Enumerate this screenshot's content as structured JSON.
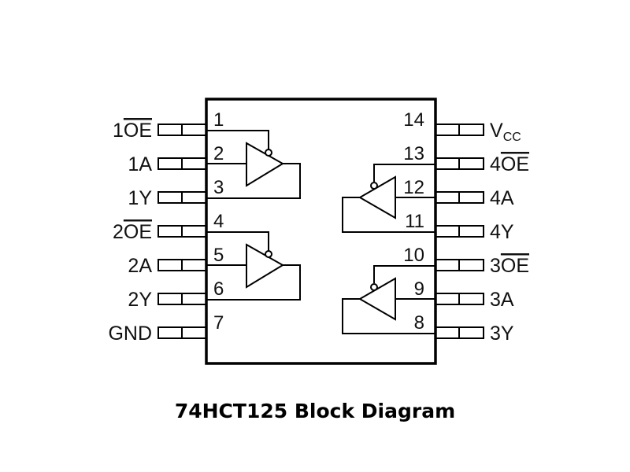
{
  "title": "74HCT125 Block Diagram",
  "chip": {
    "part": "74HCT125",
    "left_pins": [
      {
        "number": "1",
        "prefix": "1",
        "name": "OE",
        "overline": true,
        "subscript": ""
      },
      {
        "number": "2",
        "prefix": "1",
        "name": "A",
        "overline": false,
        "subscript": ""
      },
      {
        "number": "3",
        "prefix": "1",
        "name": "Y",
        "overline": false,
        "subscript": ""
      },
      {
        "number": "4",
        "prefix": "2",
        "name": "OE",
        "overline": true,
        "subscript": ""
      },
      {
        "number": "5",
        "prefix": "2",
        "name": "A",
        "overline": false,
        "subscript": ""
      },
      {
        "number": "6",
        "prefix": "2",
        "name": "Y",
        "overline": false,
        "subscript": ""
      },
      {
        "number": "7",
        "prefix": "",
        "name": "GND",
        "overline": false,
        "subscript": ""
      }
    ],
    "right_pins": [
      {
        "number": "14",
        "prefix": "",
        "name": "V",
        "overline": false,
        "subscript": "CC"
      },
      {
        "number": "13",
        "prefix": "4",
        "name": "OE",
        "overline": true,
        "subscript": ""
      },
      {
        "number": "12",
        "prefix": "4",
        "name": "A",
        "overline": false,
        "subscript": ""
      },
      {
        "number": "11",
        "prefix": "4",
        "name": "Y",
        "overline": false,
        "subscript": ""
      },
      {
        "number": "10",
        "prefix": "3",
        "name": "OE",
        "overline": true,
        "subscript": ""
      },
      {
        "number": "9",
        "prefix": "3",
        "name": "A",
        "overline": false,
        "subscript": ""
      },
      {
        "number": "8",
        "prefix": "3",
        "name": "Y",
        "overline": false,
        "subscript": ""
      }
    ],
    "buffers": [
      {
        "id": "1",
        "side": "left",
        "oe_pin": "1",
        "in_pin": "2",
        "out_pin": "3",
        "type": "tri-state buffer, active-low enable"
      },
      {
        "id": "2",
        "side": "left",
        "oe_pin": "4",
        "in_pin": "5",
        "out_pin": "6",
        "type": "tri-state buffer, active-low enable"
      },
      {
        "id": "4",
        "side": "right",
        "oe_pin": "13",
        "in_pin": "12",
        "out_pin": "11",
        "type": "tri-state buffer, active-low enable"
      },
      {
        "id": "3",
        "side": "right",
        "oe_pin": "10",
        "in_pin": "9",
        "out_pin": "8",
        "type": "tri-state buffer, active-low enable"
      }
    ]
  }
}
